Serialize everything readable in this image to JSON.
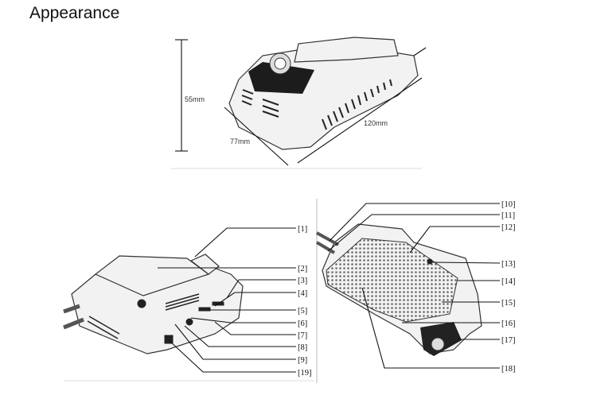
{
  "page": {
    "title": "Appearance"
  },
  "dimensions": {
    "height": "55mm",
    "width": "77mm",
    "length": "120mm"
  },
  "left_callouts": [
    "[1]",
    "[2]",
    "[3]",
    "[4]",
    "[5]",
    "[6]",
    "[7]",
    "[8]",
    "[9]",
    "[19]"
  ],
  "right_callouts": [
    "[10]",
    "[11]",
    "[12]",
    "[13]",
    "[14]",
    "[15]",
    "[16]",
    "[17]",
    "[18]"
  ]
}
